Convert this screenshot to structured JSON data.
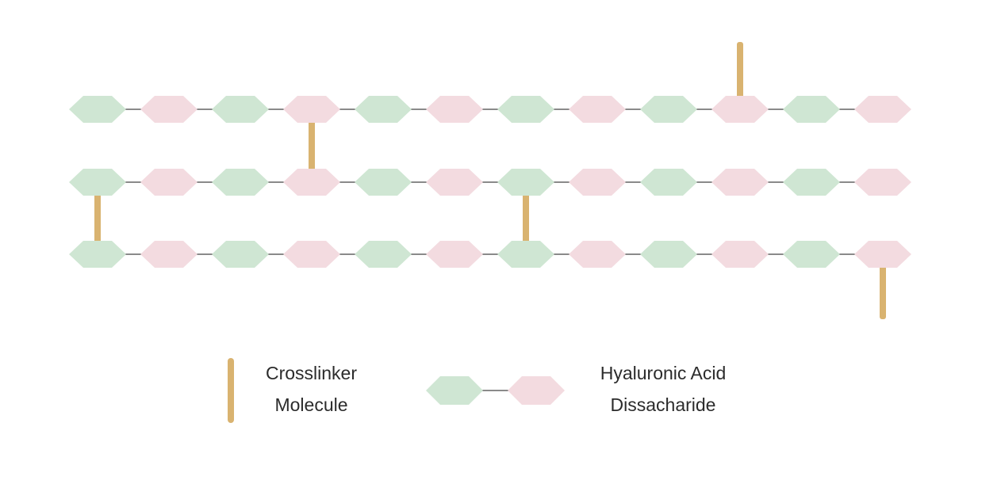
{
  "colors": {
    "green_unit": "#cfe6d3",
    "pink_unit": "#f3dbe0",
    "linker": "#d9b370",
    "bond": "#8a8a8a"
  },
  "chains": [
    {
      "units": [
        "green",
        "pink",
        "green",
        "pink",
        "green",
        "pink",
        "green",
        "pink",
        "green",
        "pink",
        "green",
        "pink"
      ]
    },
    {
      "units": [
        "green",
        "pink",
        "green",
        "pink",
        "green",
        "pink",
        "green",
        "pink",
        "green",
        "pink",
        "green",
        "pink"
      ]
    },
    {
      "units": [
        "green",
        "pink",
        "green",
        "pink",
        "green",
        "pink",
        "green",
        "pink",
        "green",
        "pink",
        "green",
        "pink"
      ]
    }
  ],
  "crosslinks": [
    {
      "type": "dangling-up",
      "chain": 0,
      "unit": 9
    },
    {
      "type": "bridge",
      "from_chain": 0,
      "to_chain": 1,
      "unit": 3
    },
    {
      "type": "bridge",
      "from_chain": 1,
      "to_chain": 2,
      "unit": 0
    },
    {
      "type": "bridge",
      "from_chain": 1,
      "to_chain": 2,
      "unit": 6
    },
    {
      "type": "dangling-down",
      "chain": 2,
      "unit": 11
    }
  ],
  "legend": {
    "crosslinker_label_line1": "Crosslinker",
    "crosslinker_label_line2": "Molecule",
    "ha_label_line1": "Hyaluronic Acid",
    "ha_label_line2": "Dissacharide"
  }
}
